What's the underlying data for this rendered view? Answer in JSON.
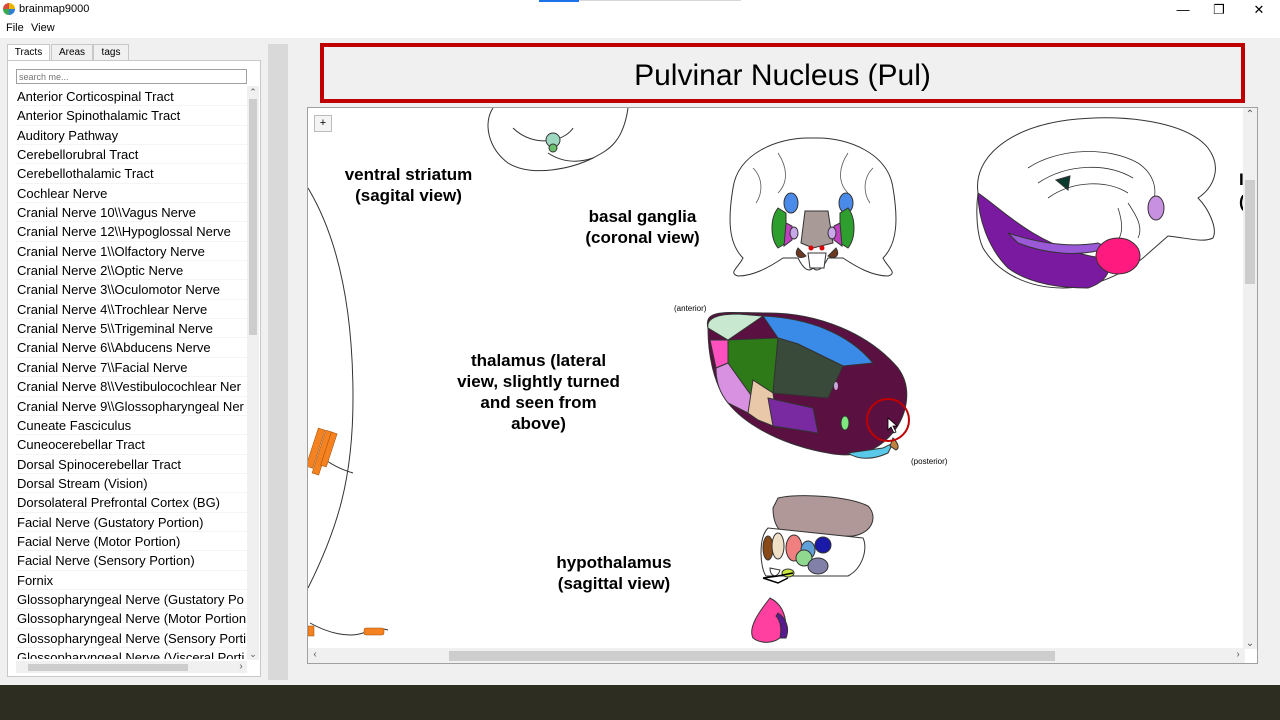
{
  "window": {
    "title": "brainmap9000",
    "minimize": "—",
    "restore": "❐",
    "close": "✕"
  },
  "menu": [
    "File",
    "View"
  ],
  "tabs": [
    "Tracts",
    "Areas",
    "tags"
  ],
  "search": {
    "placeholder": "search me..."
  },
  "tracts": [
    "Anterior Corticospinal Tract",
    "Anterior Spinothalamic Tract",
    "Auditory Pathway",
    "Cerebellorubral Tract",
    "Cerebellothalamic Tract",
    "Cochlear Nerve",
    "Cranial Nerve 10\\\\Vagus Nerve",
    "Cranial Nerve 12\\\\Hypoglossal Nerve",
    "Cranial Nerve 1\\\\Olfactory Nerve",
    "Cranial Nerve 2\\\\Optic Nerve",
    "Cranial Nerve 3\\\\Oculomotor Nerve",
    "Cranial Nerve 4\\\\Trochlear Nerve",
    "Cranial Nerve 5\\\\Trigeminal Nerve",
    "Cranial Nerve 6\\\\Abducens Nerve",
    "Cranial Nerve 7\\\\Facial Nerve",
    "Cranial Nerve 8\\\\Vestibulocochlear Ner",
    "Cranial Nerve 9\\\\Glossopharyngeal Ner",
    "Cuneate Fasciculus",
    "Cuneocerebellar Tract",
    "Dorsal Spinocerebellar Tract",
    "Dorsal Stream (Vision)",
    "Dorsolateral Prefrontal Cortex (BG)",
    "Facial Nerve (Gustatory Portion)",
    "Facial Nerve (Motor Portion)",
    "Facial Nerve (Sensory Portion)",
    "Fornix",
    "Glossopharyngeal Nerve (Gustatory Po",
    "Glossopharyngeal Nerve (Motor Portion",
    "Glossopharyngeal Nerve (Sensory Porti",
    "Glossopharyngeal Nerve (Visceral Porti"
  ],
  "selected_region": "Pulvinar Nucleus (Pul)",
  "canvas": {
    "zoom_label": "+",
    "labels": {
      "ventral_striatum": [
        "ventral striatum",
        "(sagital view)"
      ],
      "basal_ganglia": [
        "basal ganglia",
        "(coronal view)"
      ],
      "thalamus": [
        "thalamus (lateral",
        "view, slightly turned",
        "and seen from",
        "above)"
      ],
      "hypothalamus": [
        "hypothalamus",
        "(sagittal view)"
      ],
      "anterior": "(anterior)",
      "posterior": "(posterior)",
      "cut_right_1": "I",
      "cut_right_2": "("
    }
  },
  "colors": {
    "title_border": "#c00000",
    "taskbar": "#2d2d22"
  }
}
